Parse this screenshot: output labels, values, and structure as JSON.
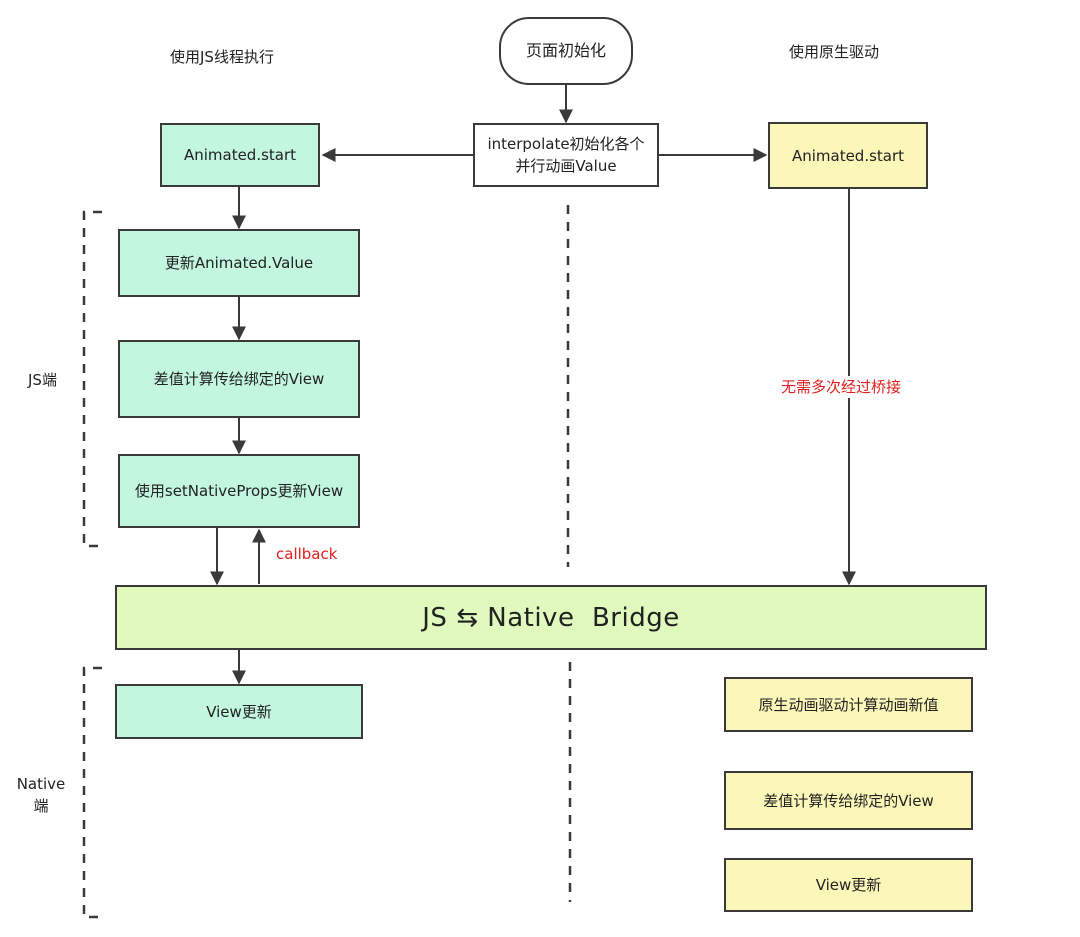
{
  "columns": {
    "left_title": "使用JS线程执行",
    "right_title": "使用原生驱动"
  },
  "start_node": "页面初始化",
  "init_node": "interpolate初始化各个并行动画Value",
  "left": {
    "animated_start": "Animated.start",
    "update_value": "更新Animated.Value",
    "interpolate": "差值计算传给绑定的View",
    "set_native_props": "使用setNativeProps更新View",
    "callback_label": "callback",
    "view_update": "View更新"
  },
  "right": {
    "animated_start": "Animated.start",
    "no_bridge_label": "无需多次经过桥接",
    "native_compute": "原生动画驱动计算动画新值",
    "interpolate": "差值计算传给绑定的View",
    "view_update": "View更新"
  },
  "bridge": "JS ⇆ Native  Bridge",
  "side_labels": {
    "js_side": "JS端",
    "native_side": "Native\n端"
  },
  "colors": {
    "green": "#c2f6df",
    "yellow": "#fbf7b9",
    "bridge": "#e0f9bc",
    "red": "#e02020",
    "line": "#3a3a3a"
  }
}
